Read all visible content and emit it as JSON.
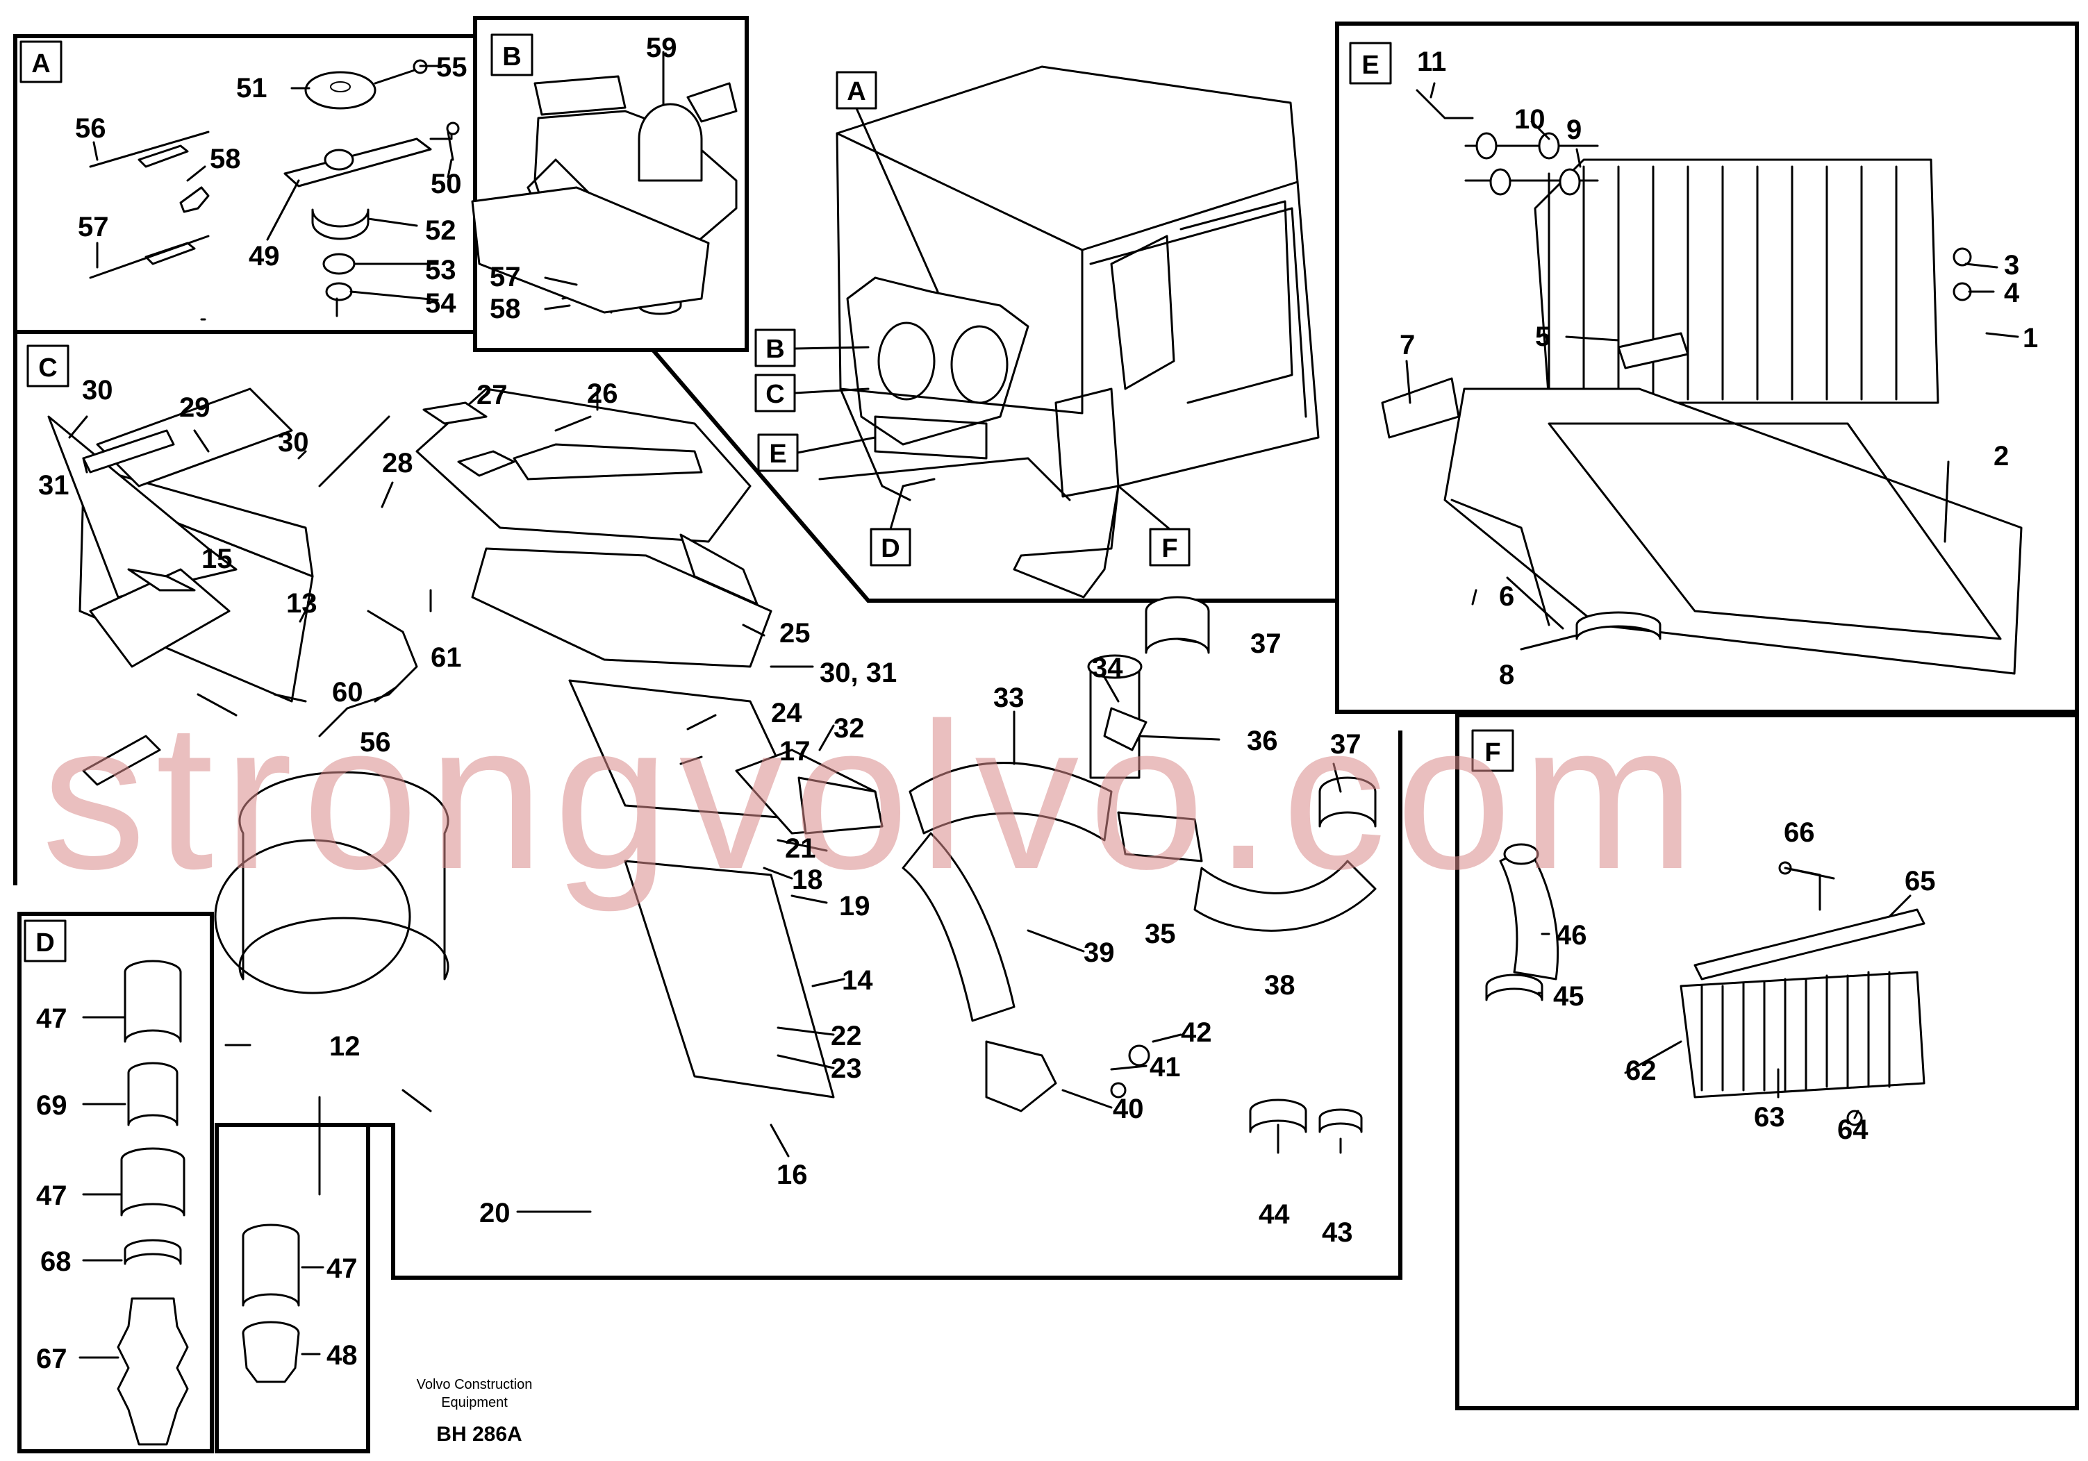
{
  "sections": {
    "A": "A",
    "B": "B",
    "C": "C",
    "D": "D",
    "E": "E",
    "F": "F"
  },
  "labels": {
    "p1": "1",
    "p2": "2",
    "p3": "3",
    "p4": "4",
    "p5": "5",
    "p6": "6",
    "p7": "7",
    "p8": "8",
    "p9": "9",
    "p10": "10",
    "p11": "11",
    "p12": "12",
    "p13": "13",
    "p14": "14",
    "p15": "15",
    "p16": "16",
    "p17": "17",
    "p18": "18",
    "p19": "19",
    "p20": "20",
    "p21": "21",
    "p22": "22",
    "p23": "23",
    "p24": "24",
    "p25": "25",
    "p26": "26",
    "p27": "27",
    "p28": "28",
    "p29": "29",
    "p30a": "30",
    "p30b": "30",
    "p30_31": "30, 31",
    "p31": "31",
    "p32": "32",
    "p33": "33",
    "p34": "34",
    "p35": "35",
    "p36": "36",
    "p37a": "37",
    "p37b": "37",
    "p38": "38",
    "p39": "39",
    "p40": "40",
    "p41": "41",
    "p42": "42",
    "p43": "43",
    "p44": "44",
    "p45": "45",
    "p46": "46",
    "p47a": "47",
    "p47b": "47",
    "p47c": "47",
    "p48": "48",
    "p49": "49",
    "p50": "50",
    "p51": "51",
    "p52": "52",
    "p53": "53",
    "p54": "54",
    "p55": "55",
    "p56a": "56",
    "p56b": "56",
    "p57a": "57",
    "p57b": "57",
    "p58a": "58",
    "p58b": "58",
    "p59": "59",
    "p60": "60",
    "p61": "61",
    "p62": "62",
    "p63": "63",
    "p64": "64",
    "p65": "65",
    "p66": "66",
    "p67": "67",
    "p68": "68",
    "p69": "69"
  },
  "footer": {
    "credit_line1": "Volvo Construction",
    "credit_line2": "Equipment",
    "drawing_code": "BH 286A"
  },
  "watermark": "strongvolvo.com"
}
